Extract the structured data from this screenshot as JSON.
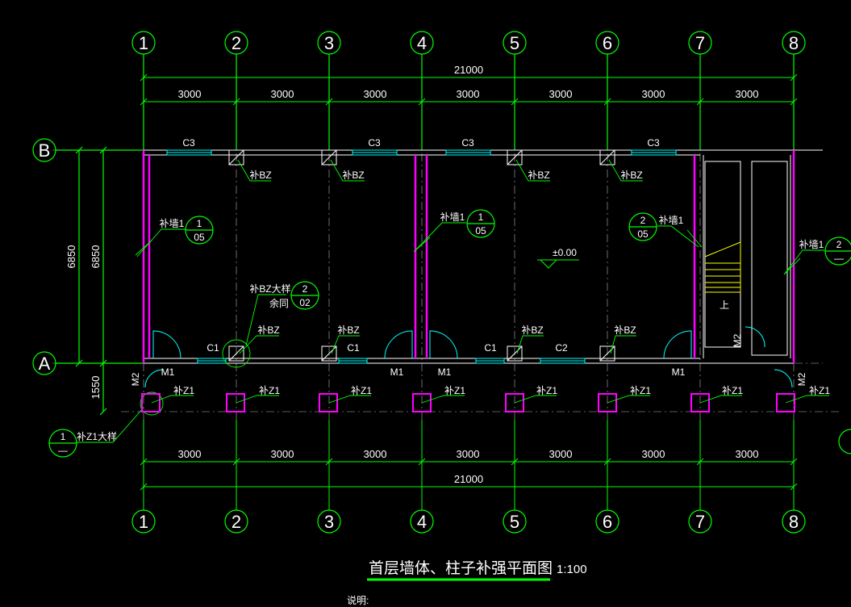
{
  "title": "首层墙体、柱子补强平面图",
  "scale": "1:100",
  "note_heading": "说明:",
  "axes": {
    "columns": [
      "1",
      "2",
      "3",
      "4",
      "5",
      "6",
      "7",
      "8"
    ],
    "rows": [
      "B",
      "A"
    ]
  },
  "dimensions": {
    "top_total": "21000",
    "top_bays": [
      "3000",
      "3000",
      "3000",
      "3000",
      "3000",
      "3000",
      "3000"
    ],
    "bottom_total": "21000",
    "bottom_bays": [
      "3000",
      "3000",
      "3000",
      "3000",
      "3000",
      "3000",
      "3000"
    ],
    "left_depth_outer": "6850",
    "left_depth_inner": "6850",
    "left_corridor": "1550"
  },
  "level_mark": "±0.00",
  "windows_top": [
    "C3",
    "C3",
    "C3",
    "C3"
  ],
  "windows_bottom": [
    "C1",
    "C1",
    "C1",
    "C2"
  ],
  "doors": [
    "M1",
    "M1",
    "M1",
    "M1",
    "M2",
    "M2",
    "M2"
  ],
  "column_tags_top": [
    "补BZ",
    "补BZ",
    "补BZ",
    "补BZ"
  ],
  "column_tags_bottom": [
    "补BZ",
    "补BZ",
    "补BZ",
    "补BZ"
  ],
  "outer_column_tags": [
    "补Z1",
    "补Z1",
    "补Z1",
    "补Z1",
    "补Z1",
    "补Z1",
    "补Z1",
    "补Z1"
  ],
  "wall_tags": [
    "补墙1",
    "补墙1",
    "补墙1",
    "补墙1"
  ],
  "detail_callouts": [
    {
      "top": "1",
      "bottom": "05"
    },
    {
      "top": "1",
      "bottom": "05"
    },
    {
      "top": "2",
      "bottom": "05"
    },
    {
      "top": "2",
      "bottom": "—"
    },
    {
      "top": "2",
      "bottom": "02"
    },
    {
      "top": "1",
      "bottom": "—"
    }
  ],
  "detail_labels": {
    "bz_detail": "补BZ大样",
    "bz_detail_sub": "余同",
    "z1_detail": "补Z1大样"
  },
  "stair_label": "上",
  "colors": {
    "grid_line": "#00ff00",
    "wall": "#ff00ff",
    "window": "#00ffff",
    "stair": "#ffff00",
    "text": "#ffffff"
  }
}
